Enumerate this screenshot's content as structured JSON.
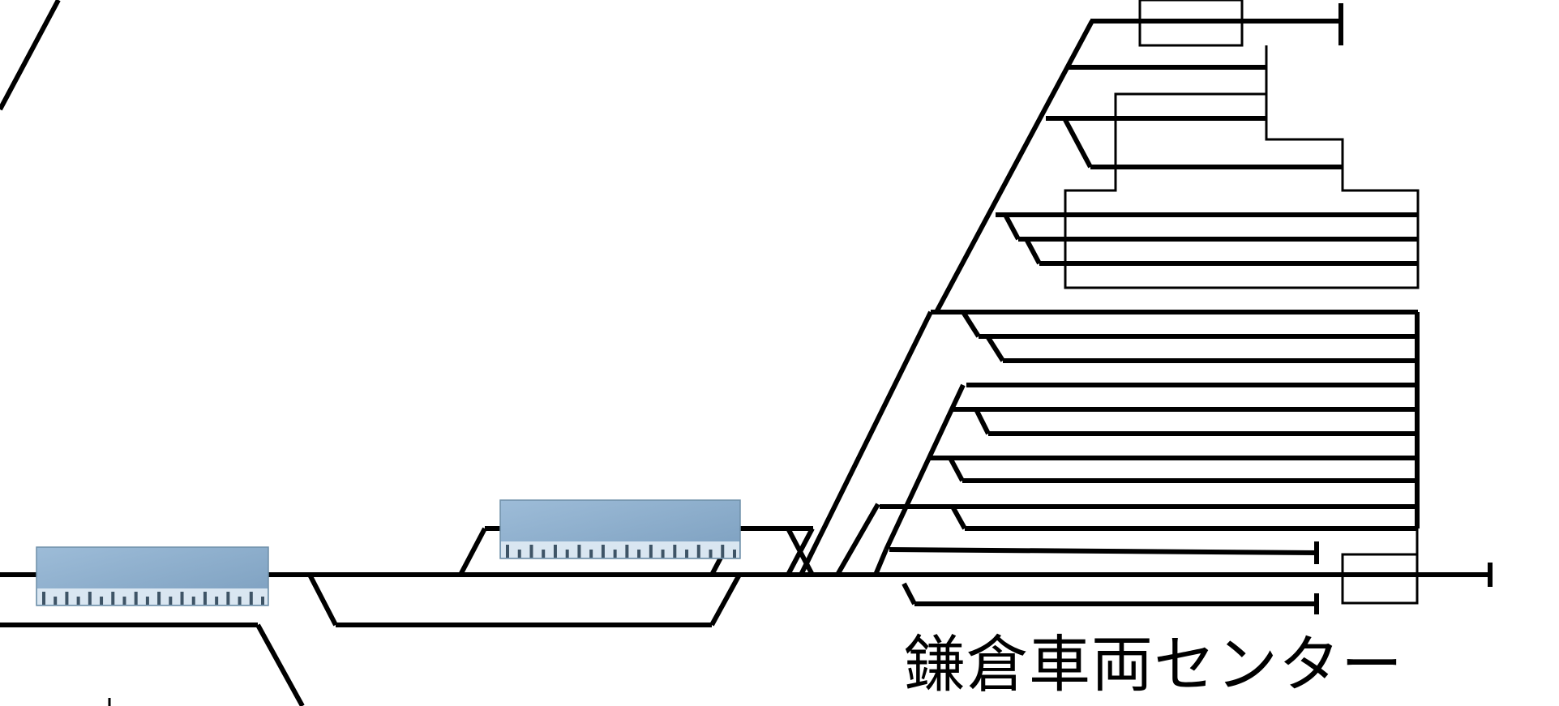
{
  "depot": {
    "label": "鎌倉車両センター"
  },
  "trains": [
    {
      "id": "train-left"
    },
    {
      "id": "train-middle"
    }
  ],
  "colors": {
    "track": "#000000",
    "train": "#8fb0ce",
    "background": "#ffffff"
  }
}
